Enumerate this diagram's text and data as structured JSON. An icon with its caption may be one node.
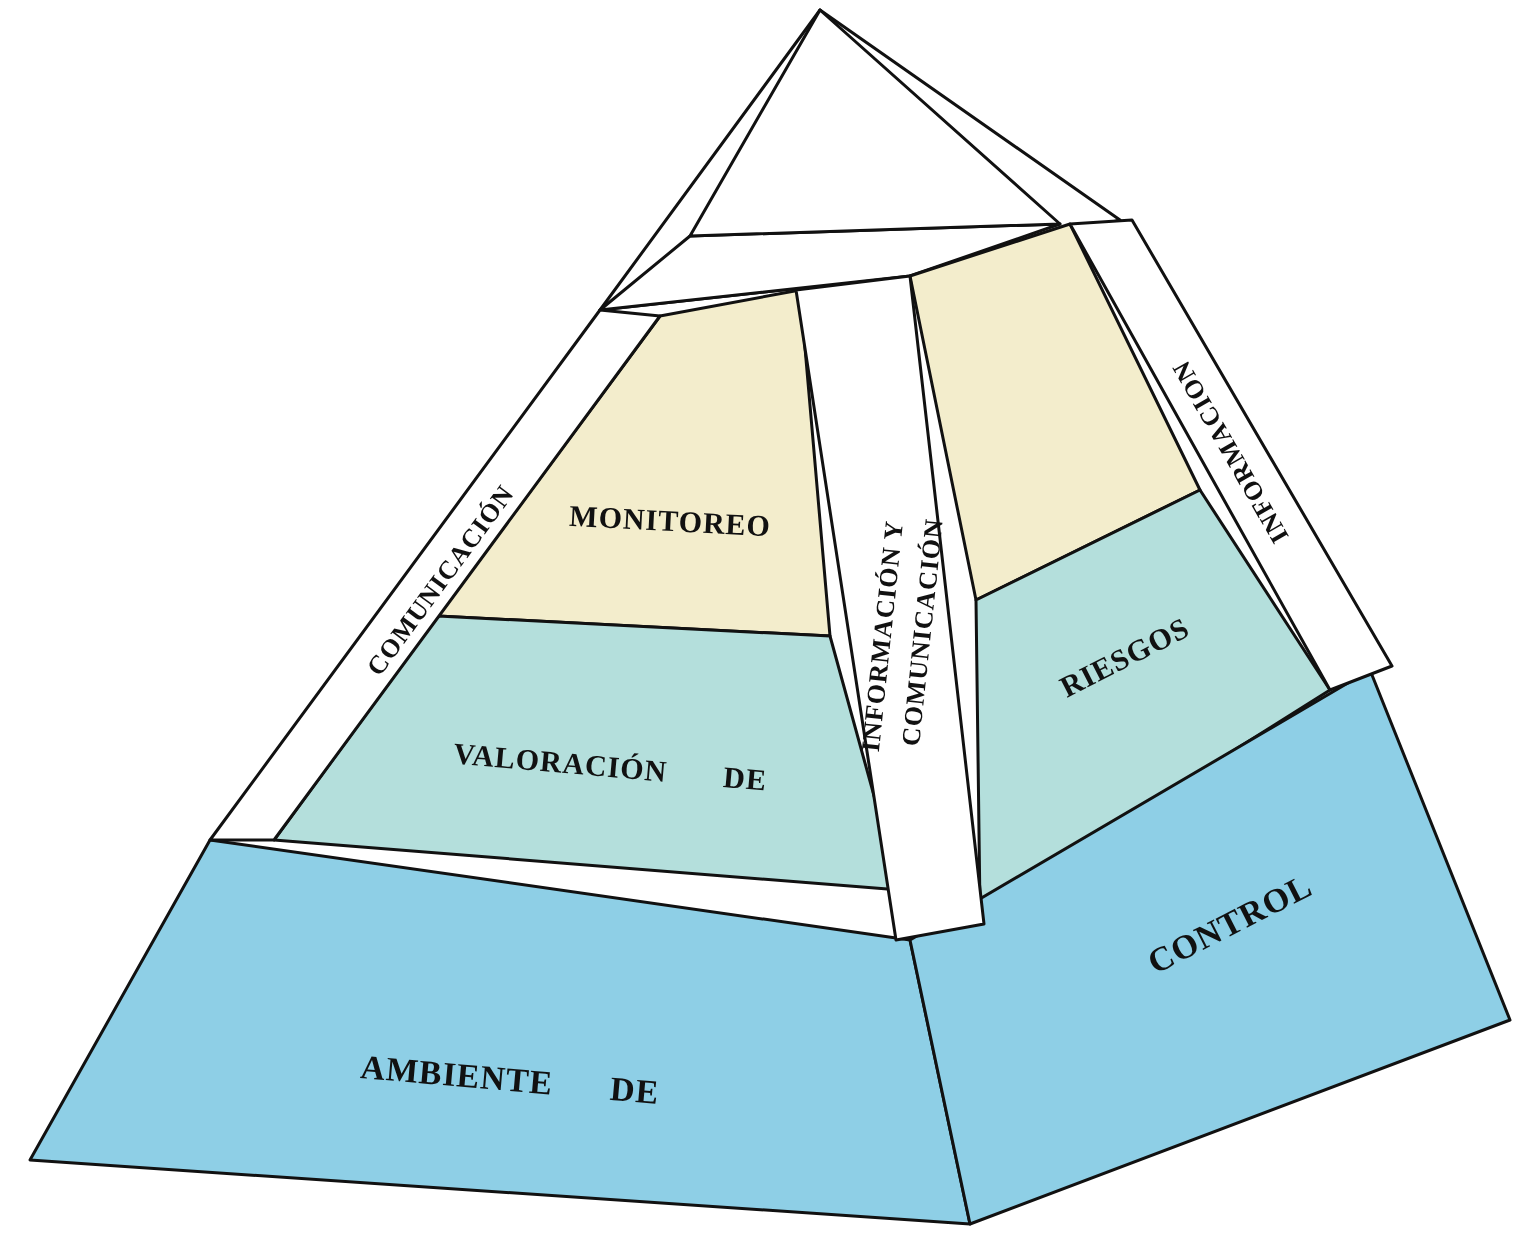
{
  "diagram": {
    "nodes": [
      {
        "text": [
          "COMUNICACIÓN"
        ]
      },
      {
        "text": [
          "MONITOREO"
        ]
      },
      {
        "text": [
          "INFORMACIÓN Y",
          "COMUNICACIÓN"
        ]
      },
      {
        "text": [
          "INFORMACION"
        ]
      },
      {
        "text": [
          "VALORACIÓN DE"
        ]
      },
      {
        "text": [
          "RIESGOS"
        ]
      },
      {
        "text": [
          "AMBIENTE DE"
        ]
      },
      {
        "text": [
          "CONTROL"
        ]
      }
    ],
    "edges": []
  }
}
